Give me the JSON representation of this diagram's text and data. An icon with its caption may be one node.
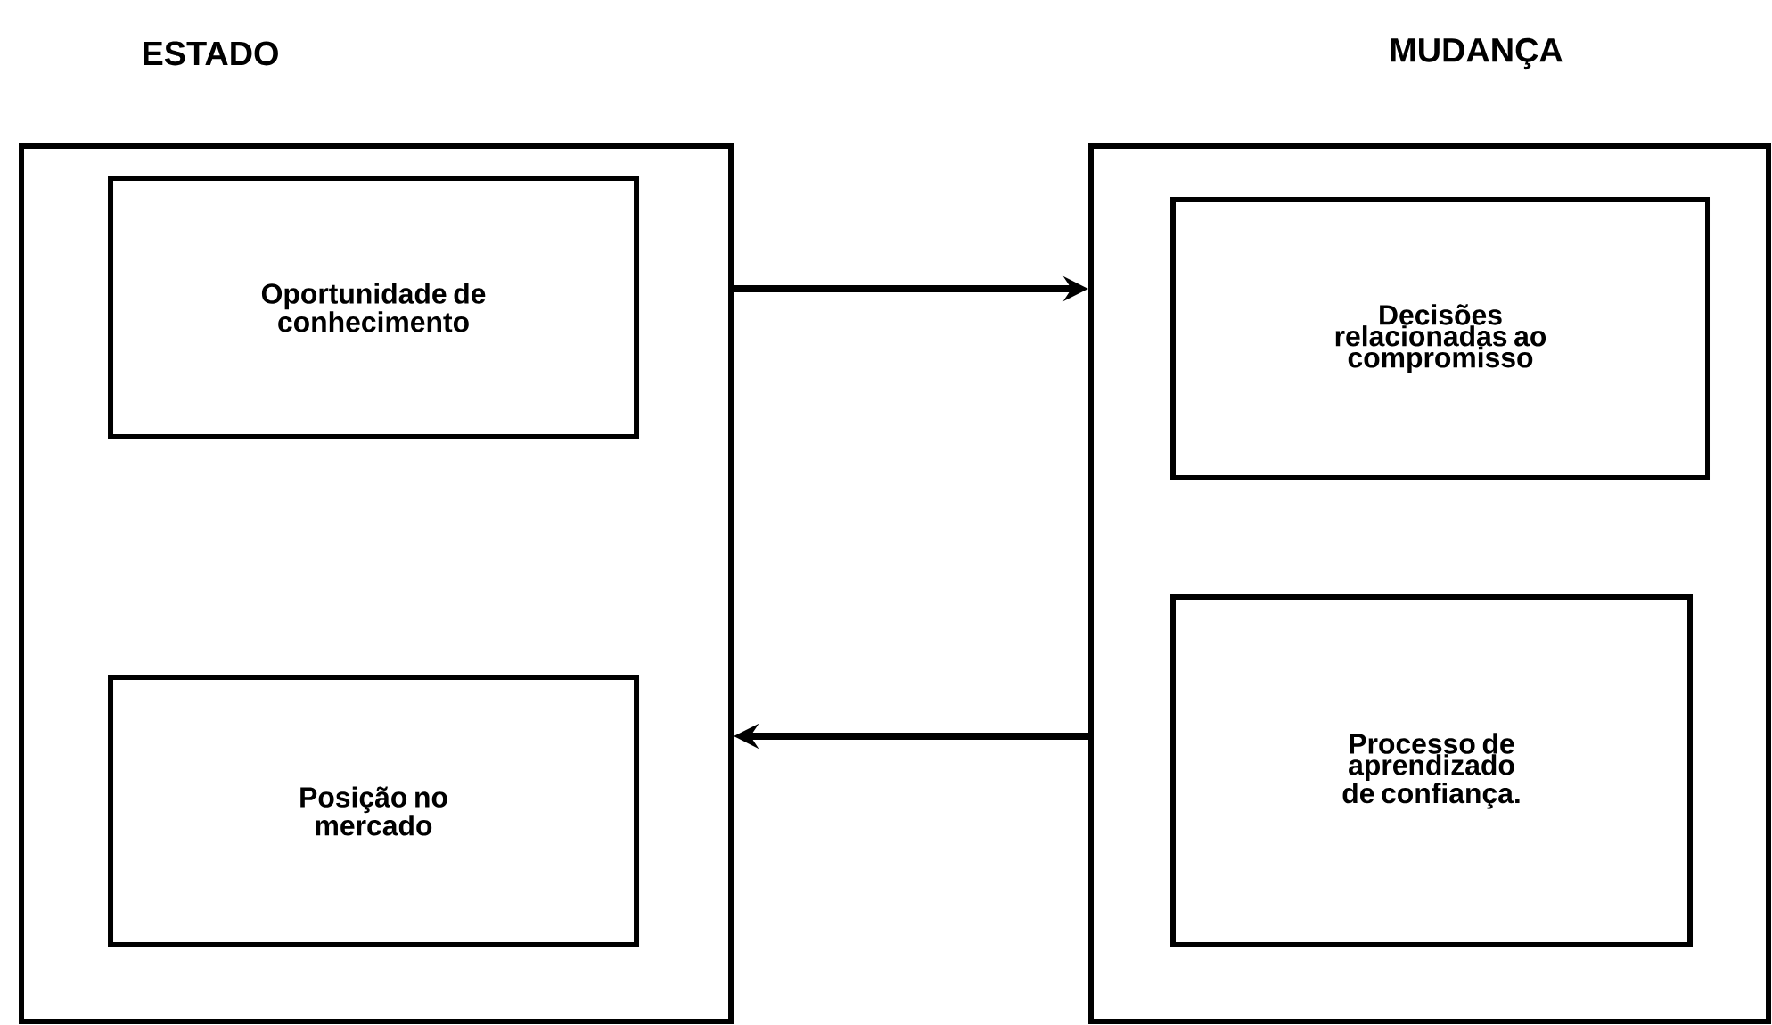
{
  "diagram": {
    "nodes": [
      {
        "text": [
          "ESTADO"
        ]
      },
      {
        "text": [
          "Oportunidade de conhecimento"
        ],
        "in": 0
      },
      {
        "text": [
          "Posição no mercado"
        ],
        "in": 0
      },
      {
        "text": [
          "MUDANÇA"
        ]
      },
      {
        "text": [
          "Decisões relacionadas ao compromisso"
        ],
        "in": 3
      },
      {
        "text": [
          "Processo de aprendizado de confiança."
        ],
        "in": 3
      }
    ],
    "edges": [
      {
        "from": 0,
        "to": 3,
        "arrow": "to"
      },
      {
        "from": 3,
        "to": 0,
        "arrow": "to"
      }
    ]
  }
}
